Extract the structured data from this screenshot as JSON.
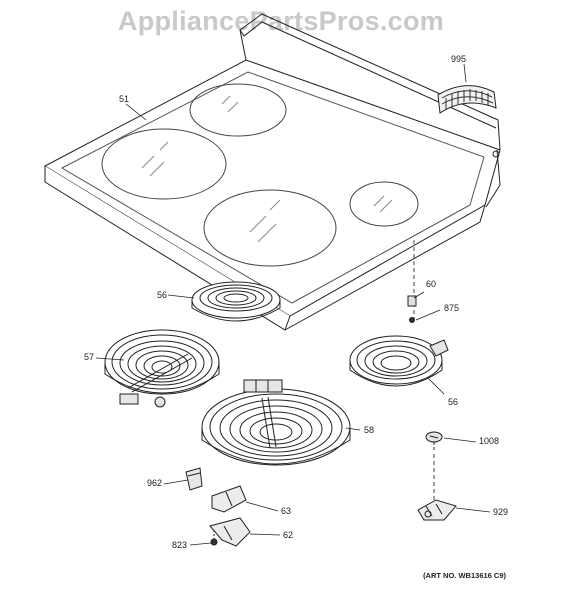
{
  "watermark": "AppliancePartsPros.com",
  "art_number": "(ART NO. WB13616 C9)",
  "parts": [
    {
      "id": "cooktop-glass",
      "number": "51"
    },
    {
      "id": "wire-harness-clip",
      "number": "995"
    },
    {
      "id": "small-burner-left",
      "number": "56"
    },
    {
      "id": "small-burner-right",
      "number": "56"
    },
    {
      "id": "large-burner-left",
      "number": "57"
    },
    {
      "id": "large-burner-center",
      "number": "58"
    },
    {
      "id": "limiter-switch",
      "number": "60"
    },
    {
      "id": "screw-875",
      "number": "875"
    },
    {
      "id": "screw-1008",
      "number": "1008"
    },
    {
      "id": "terminal-block-929",
      "number": "929"
    },
    {
      "id": "clip-962",
      "number": "962"
    },
    {
      "id": "bracket-63",
      "number": "63"
    },
    {
      "id": "bracket-62",
      "number": "62"
    },
    {
      "id": "screw-823",
      "number": "823"
    }
  ]
}
